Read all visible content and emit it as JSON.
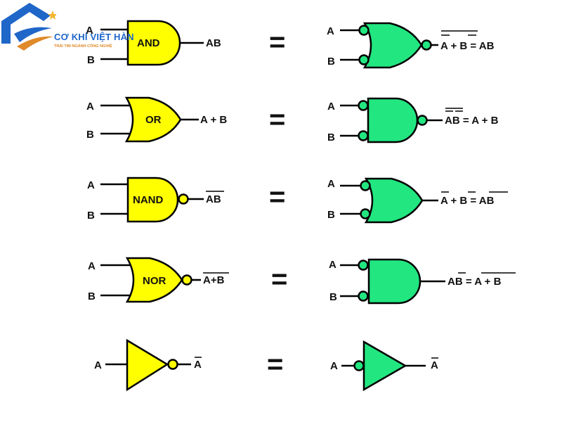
{
  "logo": {
    "title": "CƠ KHÍ VIỆT HÀN",
    "subtitle": "TRÁI TIM NGÀNH CÔNG NGHIỆ"
  },
  "colors": {
    "yellow": "#ffff00",
    "green": "#22e680",
    "stroke": "#000000",
    "logo_blue": "#1f66c9",
    "logo_orange": "#e08a2a"
  },
  "equals_sign": "=",
  "rows": [
    {
      "gate": "AND",
      "input_a": "A",
      "input_b": "B",
      "output": "AB",
      "equiv_input_a": "A",
      "equiv_input_b": "B",
      "equiv_output": "A + B = AB"
    },
    {
      "gate": "OR",
      "input_a": "A",
      "input_b": "B",
      "output": "A + B",
      "equiv_input_a": "A",
      "equiv_input_b": "B",
      "equiv_output": "AB = A + B"
    },
    {
      "gate": "NAND",
      "input_a": "A",
      "input_b": "B",
      "output": "AB",
      "equiv_input_a": "A",
      "equiv_input_b": "B",
      "equiv_output": "A + B = AB"
    },
    {
      "gate": "NOR",
      "input_a": "A",
      "input_b": "B",
      "output": "A+B",
      "equiv_input_a": "A",
      "equiv_input_b": "B",
      "equiv_output": "AB = A + B"
    },
    {
      "gate": "",
      "input_a": "A",
      "output": "A",
      "equiv_input_a": "A",
      "equiv_output": "A"
    }
  ]
}
